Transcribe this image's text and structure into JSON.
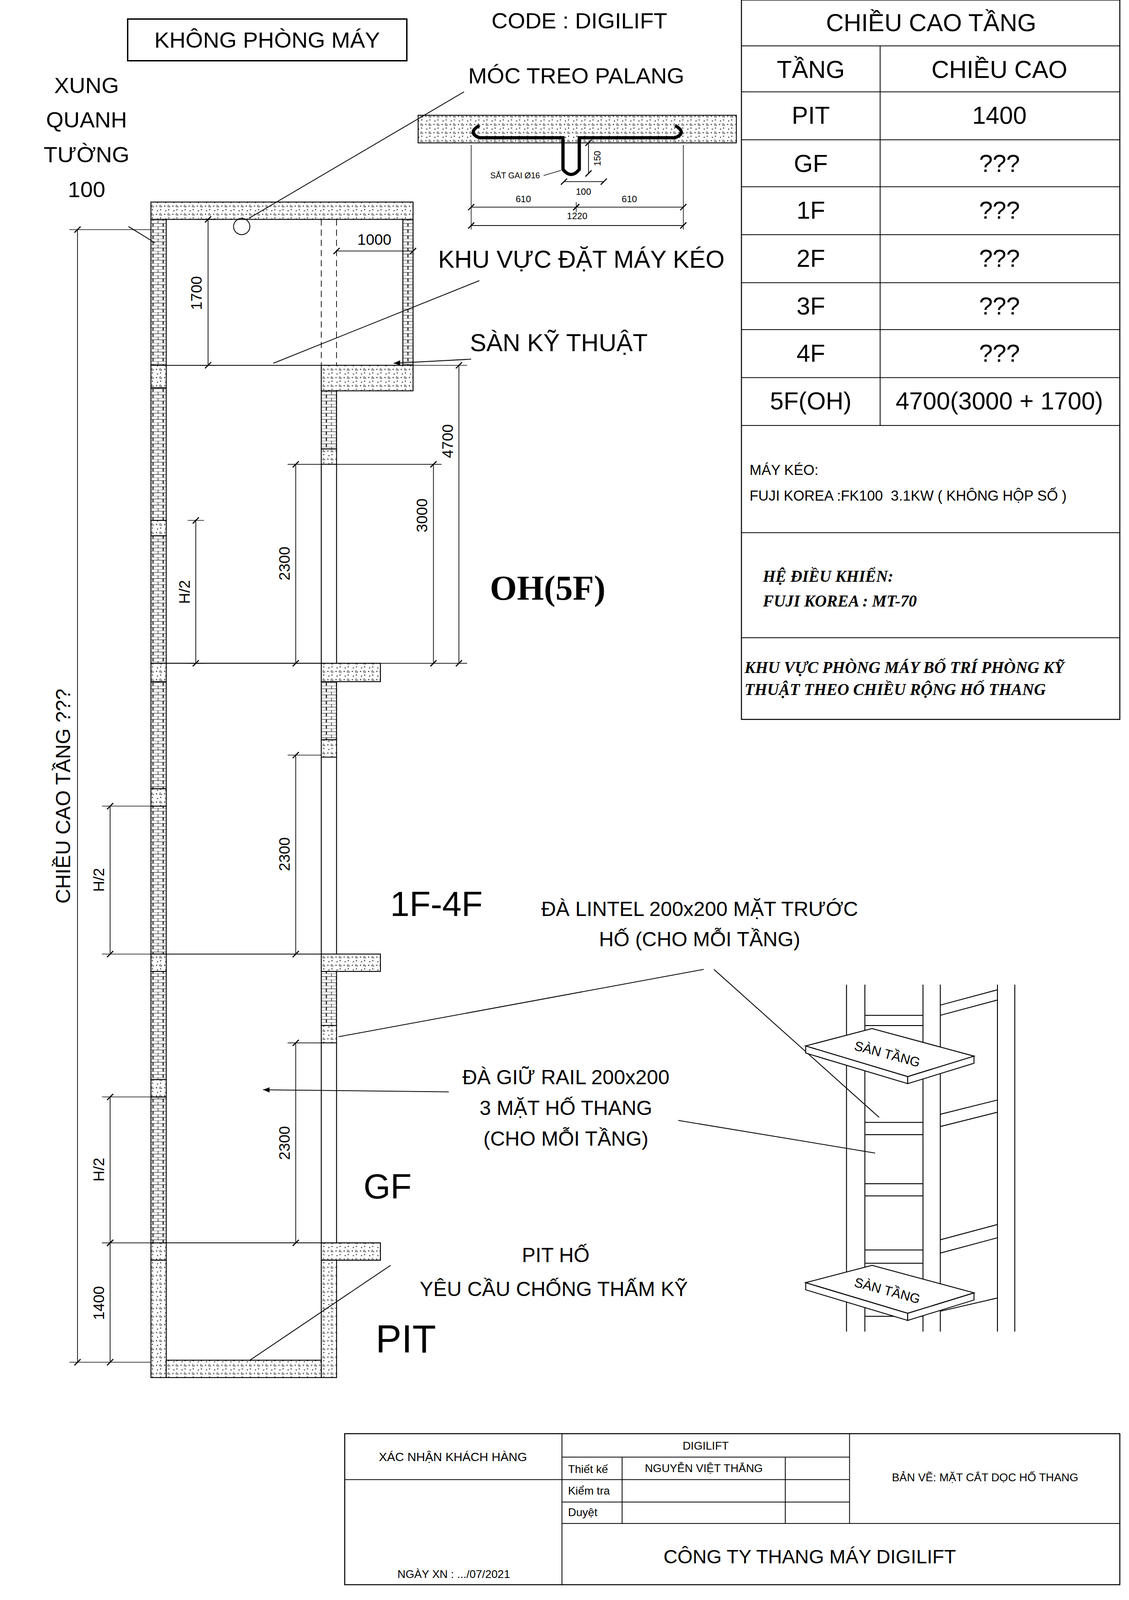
{
  "diagram": {
    "nodes": [
      {
        "text": [
          "KHÔNG PHÒNG MÁY"
        ]
      }
    ],
    "labels": [
      "CODE : DIGILIFT",
      "MÓC TREO PALANG",
      "XUNG QUANH TƯỜNG 100",
      "SẮT GAI Ø16",
      "150",
      "100",
      "610",
      "610",
      "1220",
      "CHIỀU CAO TẦNG",
      "TẦNG",
      "CHIỀU CAO",
      "PIT",
      "1400",
      "GF",
      "???",
      "1F",
      "???",
      "2F",
      "???",
      "3F",
      "???",
      "4F",
      "???",
      "5F(OH)",
      "4700(3000 + 1700)",
      "MÁY KÉO:",
      "FUJI KOREA :FK100  3.1KW ( KHÔNG HỘP SỐ )",
      "HỆ ĐIỀU KHIỂN:",
      "FUJI KOREA : MT-70",
      "KHU VỰC PHÒNG MÁY BỐ TRÍ PHÒNG KỸ THUẬT THEO CHIỀU RỘNG HỐ THANG",
      "1000",
      "1700",
      "KHU VỰC ĐẶT MÁY KÉO",
      "SÀN KỸ THUẬT",
      "4700",
      "3000",
      "2300",
      "H/2",
      "OH(5F)",
      "CHIỀU CAO TẦNG ???",
      "2300",
      "H/2",
      "1F-4F",
      "ĐÀ LINTEL 200x200 MẶT TRƯỚC HỐ (CHO MỖI TẦNG)",
      "SÀN TẦNG",
      "ĐÀ GIỮ RAIL 200x200 3 MẶT HỐ THANG (CHO MỖI TẦNG)",
      "2300",
      "H/2",
      "GF",
      "SÀN TẦNG",
      "PIT HỐ",
      "YÊU CẦU CHỐNG THẤM KỸ",
      "1400",
      "PIT",
      "XÁC NHẬN KHÁCH HÀNG",
      "DIGILIFT",
      "Thiết kế",
      "NGUYỄN VIỆT THẮNG",
      "Kiểm tra",
      "Duyệt",
      "BẢN VẼ: MẶT CẮT DỌC HỐ THANG",
      "NGÀY XN : .../07/2021",
      "CÔNG TY THANG MÁY DIGILIFT"
    ]
  }
}
